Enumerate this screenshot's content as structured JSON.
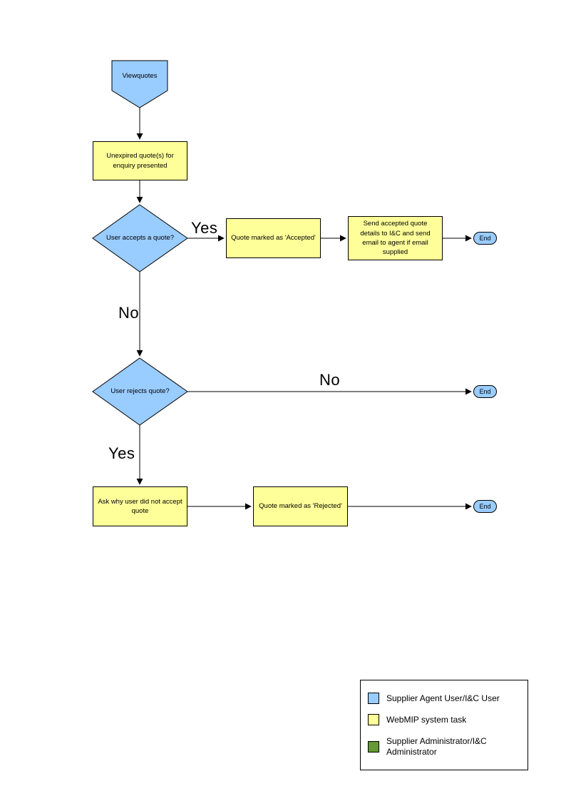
{
  "diagram": {
    "start": {
      "label": "Viewquotes"
    },
    "nodes": {
      "unexpired": {
        "text": "Unexpired quote(s) for enquiry presented"
      },
      "accepts": {
        "text": "User accepts a quote?"
      },
      "marked_accepted": {
        "text": "Quote marked as 'Accepted'"
      },
      "send_details": {
        "text": "Send accepted quote details to I&C and send email to agent if email supplied"
      },
      "rejects": {
        "text": "User rejects quote?"
      },
      "ask_why": {
        "text": "Ask why user did not accept quote"
      },
      "marked_rejected": {
        "text": "Quote marked as 'Rejected'"
      },
      "end1": {
        "label": "End"
      },
      "end2": {
        "label": "End"
      },
      "end3": {
        "label": "End"
      }
    },
    "edges": {
      "yes1": "Yes",
      "no1": "No",
      "no2": "No",
      "yes2": "Yes"
    }
  },
  "legend": {
    "items": [
      {
        "color": "#99CCFF",
        "label": "Supplier Agent User/I&C User"
      },
      {
        "color": "#FFFF99",
        "label": "WebMIP system task"
      },
      {
        "color": "#669933",
        "label": "Supplier Administrator/I&C Administrator"
      }
    ]
  },
  "colors": {
    "user_shape": "#99CCFF",
    "system_task": "#FFFF99",
    "admin": "#669933",
    "line": "#000000",
    "background": "#FFFFFF"
  }
}
